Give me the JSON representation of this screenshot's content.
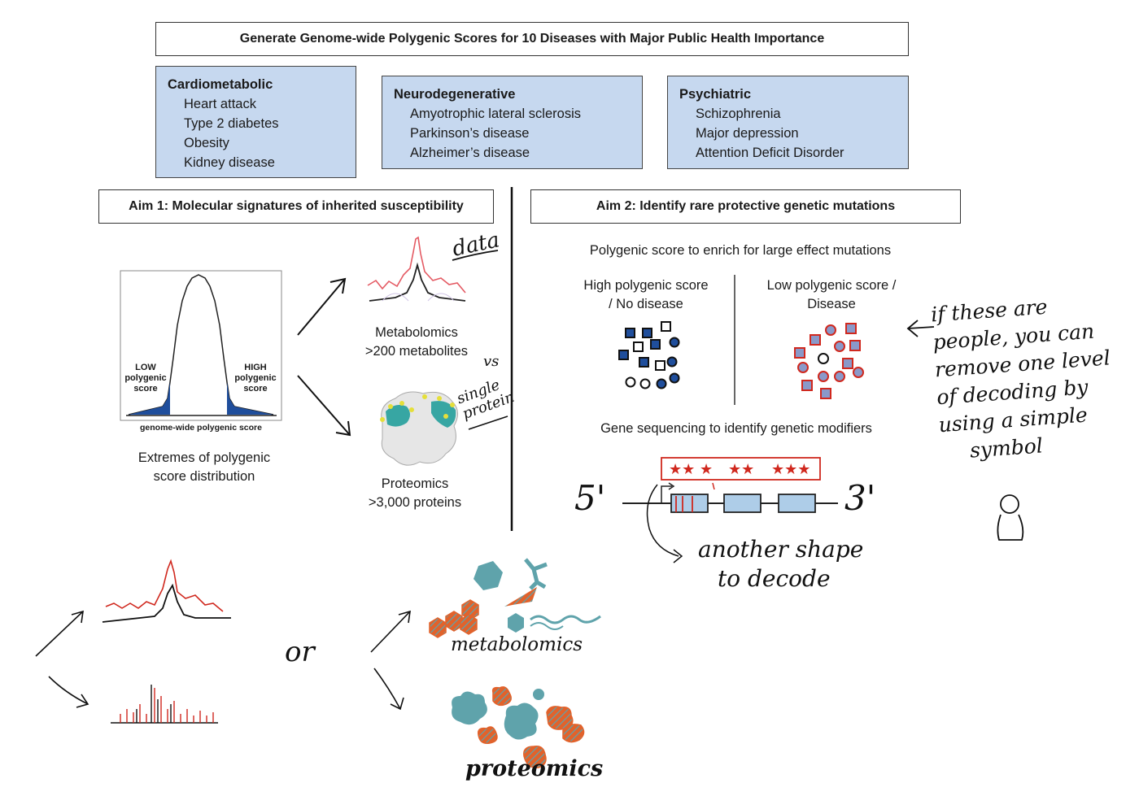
{
  "header": {
    "title": "Generate Genome-wide Polygenic Scores for 10 Diseases with Major Public Health Importance"
  },
  "categories": [
    {
      "title": "Cardiometabolic",
      "items": [
        "Heart attack",
        "Type 2 diabetes",
        "Obesity",
        "Kidney disease"
      ]
    },
    {
      "title": "Neurodegenerative",
      "items": [
        "Amyotrophic lateral sclerosis",
        "Parkinson’s disease",
        "Alzheimer’s disease"
      ]
    },
    {
      "title": "Psychiatric",
      "items": [
        "Schizophrenia",
        "Major depression",
        "Attention Deficit Disorder"
      ]
    }
  ],
  "aim1": {
    "title": "Aim 1: Molecular signatures of inherited susceptibility",
    "distribution": {
      "low_label": "LOW\npolygenic\nscore",
      "high_label": "HIGH\npolygenic\nscore",
      "axis_label": "genome-wide polygenic score"
    },
    "caption_line1": "Extremes of polygenic",
    "caption_line2": "score distribution",
    "metabolomics_line1": "Metabolomics",
    "metabolomics_line2": ">200 metabolites",
    "proteomics_line1": "Proteomics",
    "proteomics_line2": ">3,000 proteins"
  },
  "aim2": {
    "title": "Aim 2: Identify rare protective genetic mutations",
    "subtitle": "Polygenic score to enrich for large effect mutations",
    "high_line1": "High polygenic score",
    "high_line2": "/ No disease",
    "low_line1": "Low polygenic score /",
    "low_line2": "Disease",
    "gene_title": "Gene sequencing to identify genetic modifiers",
    "five_prime": "5'",
    "three_prime": "3'"
  },
  "annotations": {
    "data": "data",
    "vs": "vs",
    "single_protein_1": "single",
    "single_protein_2": "protein",
    "note_lines": [
      "if these are",
      "people, you can",
      "remove one level",
      "of decoding by",
      "using a simple",
      "symbol"
    ],
    "another_shape_1": "another shape",
    "another_shape_2": "to decode",
    "or": "or",
    "metabolomics": "metabolomics",
    "proteomics": "proteomics"
  },
  "colors": {
    "box_fill": "#c6d8ef",
    "navy": "#1f4e9c",
    "red": "#d0281e",
    "orange": "#e2622b",
    "teal": "#5fa3ab",
    "light_blue": "#aecde8"
  }
}
